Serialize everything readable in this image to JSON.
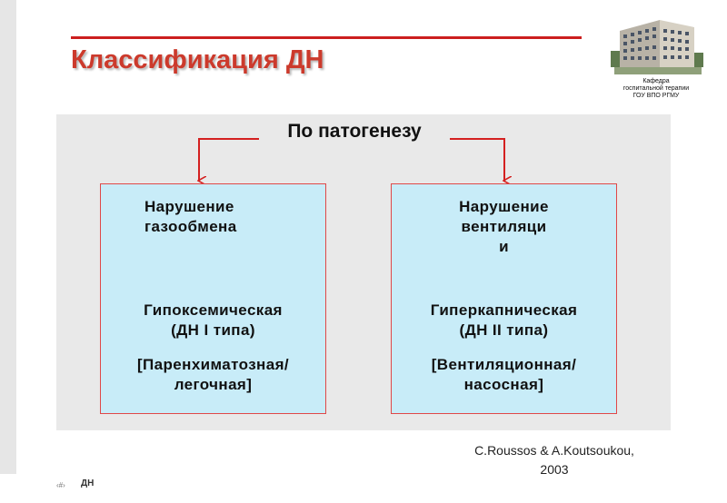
{
  "slide": {
    "title": "Классификация ДН",
    "footer_number": "‹#›",
    "footer_label": "ДН"
  },
  "logo": {
    "caption_line1": "Кафедра",
    "caption_line2": "госпитальной терапии",
    "caption_line3": "ГОУ ВПО РГМУ"
  },
  "diagram": {
    "heading": "По патогенезу",
    "left": {
      "disorder": "Нарушение\nгазообмена",
      "kind": "Гипоксемическая\n(ДН I типа)",
      "mechanism": "[Паренхиматозная/\nлегочная]"
    },
    "right": {
      "disorder": "Нарушение\nвентиляци\nи",
      "kind": "Гиперкапническая\n(ДН II типа)",
      "mechanism": "[Вентиляционная/\nнасосная]"
    }
  },
  "citation": "C.Roussos & A.Koutsoukou,\n2003",
  "colors": {
    "title": "#cc3a2c",
    "rule": "#cc1f1f",
    "box_fill": "#c8ecf8",
    "box_border": "#e04848",
    "panel": "#e9e9e9"
  }
}
